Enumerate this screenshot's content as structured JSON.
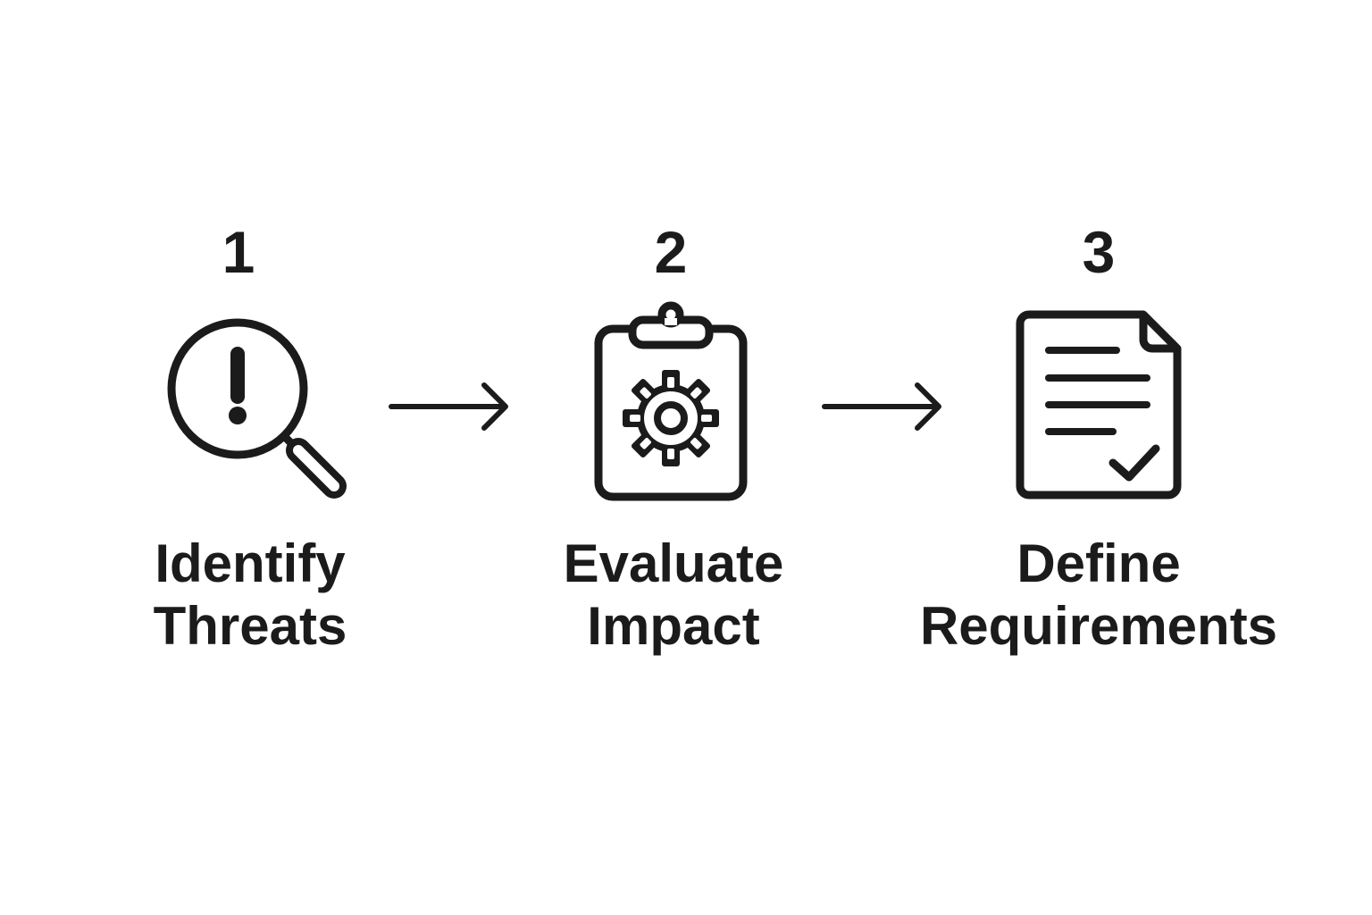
{
  "steps": [
    {
      "number": "1",
      "label_lines": [
        "Identify",
        "Threats"
      ],
      "icon": "magnifier-alert-icon"
    },
    {
      "number": "2",
      "label_lines": [
        "Evaluate",
        "Impact"
      ],
      "icon": "clipboard-gear-icon"
    },
    {
      "number": "3",
      "label_lines": [
        "Define",
        "Requirements"
      ],
      "icon": "document-check-icon"
    }
  ],
  "connectors": [
    "arrow-right-icon",
    "arrow-right-icon"
  ],
  "colors": {
    "ink": "#1b1b1b",
    "background": "#ffffff"
  }
}
